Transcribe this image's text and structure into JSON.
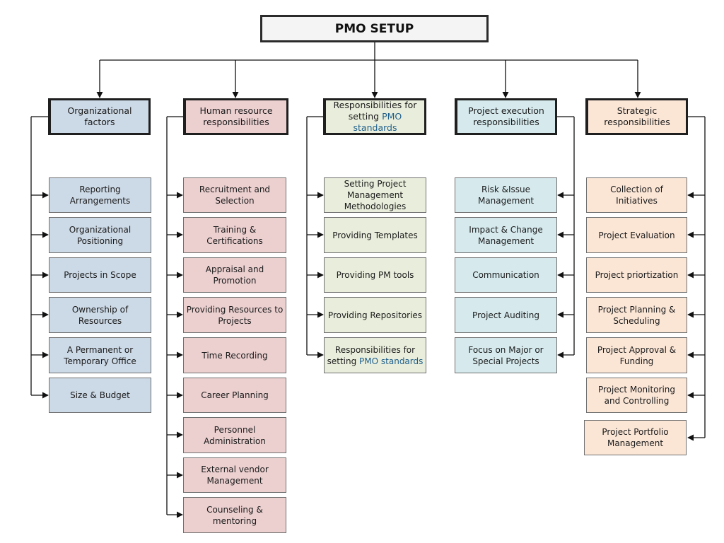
{
  "root": {
    "title": "PMO SETUP"
  },
  "columns": [
    {
      "header": [
        "Organizational factors"
      ],
      "items": [
        "Reporting Arrangements",
        "Organizational Positioning",
        "Projects in Scope",
        "Ownership of Resources",
        "A Permanent or Temporary Office",
        "Size & Budget"
      ]
    },
    {
      "header": [
        "Human resource responsibilities"
      ],
      "items": [
        "Recruitment and Selection",
        "Training & Certifications",
        "Appraisal and Promotion",
        "Providing Resources to Projects",
        "Time Recording",
        "Career Planning",
        "Personnel Administration",
        "External vendor Management",
        "Counseling & mentoring"
      ]
    },
    {
      "header": [
        "Responsibilities for setting ",
        "PMO standards"
      ],
      "items": [
        "Setting Project Management Methodologies",
        "Providing Templates",
        "Providing PM tools",
        "Providing Repositories"
      ],
      "last_item": [
        "Responsibilities for setting ",
        "PMO standards"
      ]
    },
    {
      "header": [
        "Project execution responsibilities"
      ],
      "items": [
        "Risk &Issue Management",
        "Impact & Change Management",
        "Communication",
        "Project Auditing",
        "Focus on Major or Special Projects"
      ]
    },
    {
      "header": [
        "Strategic responsibilities"
      ],
      "items": [
        "Collection of Initiatives",
        "Project Evaluation",
        "Project priortization",
        "Project Planning & Scheduling",
        "Project Approval & Funding",
        "Project Monitoring and Controlling",
        "Project Portfolio Management"
      ]
    }
  ],
  "colors": {
    "organizational": "#ccd9e6",
    "human_resource": "#ecd0d0",
    "standards": "#e9eedc",
    "execution": "#d6eaee",
    "strategic": "#fbe6d6",
    "highlight_text": "#1f5f8b"
  }
}
